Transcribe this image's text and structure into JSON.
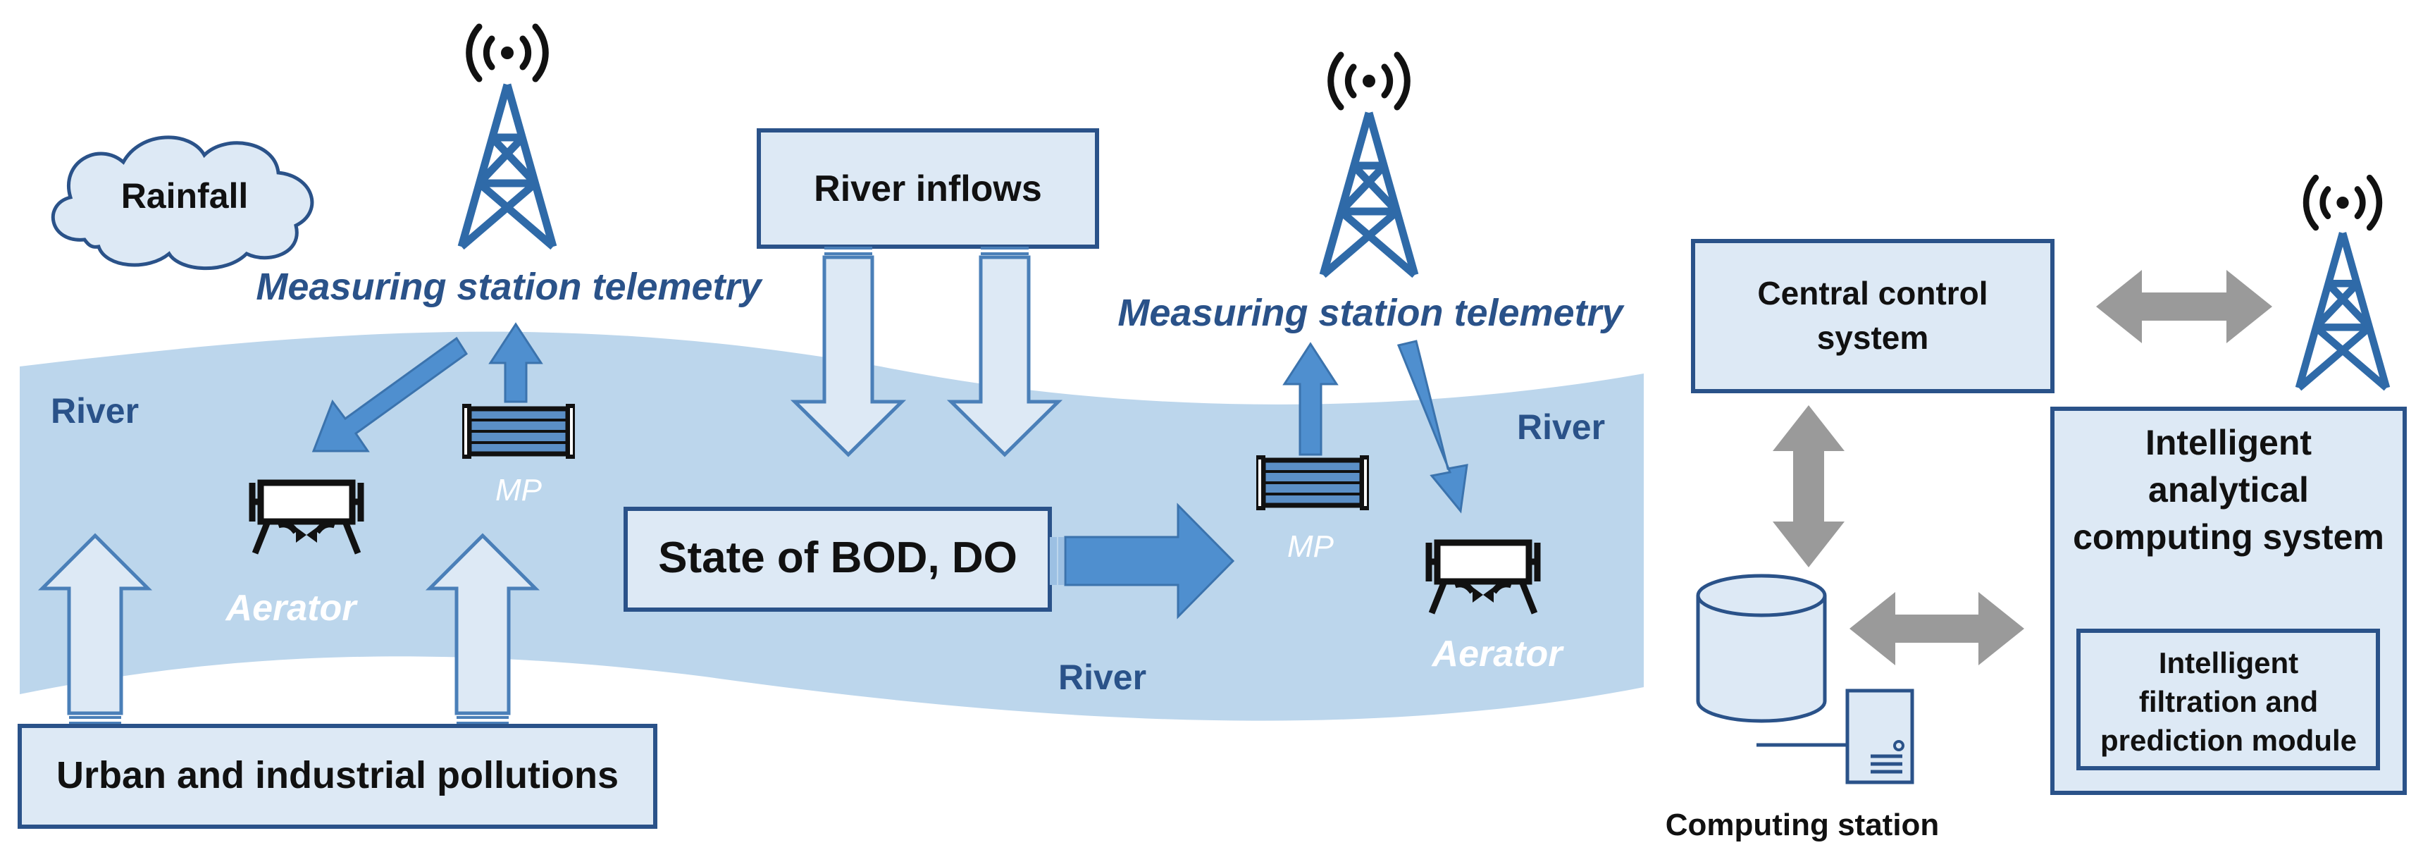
{
  "labels": {
    "rainfall": "Rainfall",
    "telemetry_left": "Measuring station telemetry",
    "telemetry_right": "Measuring station telemetry",
    "river_inflows": "River inflows",
    "river_left": "River",
    "river_right": "River",
    "river_bottom": "River",
    "mp_left": "MP",
    "mp_right": "MP",
    "aerator_left": "Aerator",
    "aerator_right": "Aerator",
    "state": "State of BOD, DO",
    "urban": "Urban and industrial pollutions",
    "central_line1": "Central control",
    "central_line2": "system",
    "intelligent_line1": "Intelligent",
    "intelligent_line2": "analytical",
    "intelligent_line3": "computing system",
    "module_line1": "Intelligent",
    "module_line2": "filtration and",
    "module_line3": "prediction module",
    "computing_station": "Computing station"
  },
  "colors": {
    "river_fill": "#bcd6ec",
    "box_fill": "#dde9f5",
    "box_stroke": "#2a5289",
    "arrow_fill": "#dde9f5",
    "arrow_stroke": "#4a7fb8",
    "solid_arrow": "#4f8fcf",
    "gray_arrow": "#9a9a9a",
    "tower": "#2f6aa8"
  },
  "icons": {
    "tower": "radio-tower-icon",
    "cloud": "cloud-icon",
    "aerator": "aerator-icon",
    "mp": "measuring-point-icon",
    "database": "database-cylinder-icon",
    "computer": "computer-tower-icon"
  }
}
